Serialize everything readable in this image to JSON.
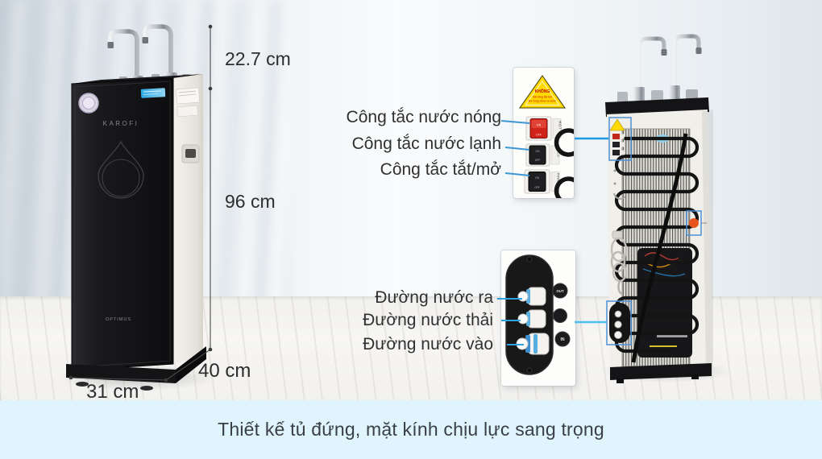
{
  "caption": "Thiết kế tủ đứng, mặt kính chịu lực sang trọng",
  "dimensions": {
    "faucet_height": "22.7 cm",
    "body_height": "96 cm",
    "base_width": "31 cm",
    "base_depth": "40 cm"
  },
  "switch_labels": [
    {
      "label": "Công tắc nước nóng"
    },
    {
      "label": "Công tắc nước lạnh"
    },
    {
      "label": "Công tắc tắt/mở"
    }
  ],
  "water_line_labels": [
    {
      "label": "Đường nước ra"
    },
    {
      "label": "Đường nước thải"
    },
    {
      "label": "Đường nước vào"
    }
  ],
  "front_view": {
    "brand": "KAROFI",
    "model": "OPTIMUS"
  },
  "switch_panel_inset": {
    "warning_title": "KHÔNG",
    "warning_line2": "bật công tắc lên",
    "warning_line3": "khi nóng chưa ra nước",
    "switches": [
      {
        "name": "HOT",
        "on": "ON",
        "off": "OFF"
      },
      {
        "name": "COLD",
        "on": "ON",
        "off": "OFF"
      },
      {
        "name": "POWER",
        "on": "ON",
        "off": "OFF"
      }
    ]
  },
  "ports_inset": {
    "out_badge": "OUT",
    "in_badge": "IN"
  },
  "colors": {
    "accent_blue": "#2ea1e0",
    "highlight_box": "#4e8fd6",
    "caption_bg": "#dff4fd",
    "warning_yellow": "#ffd900",
    "hot_switch_red": "#d0241b"
  }
}
